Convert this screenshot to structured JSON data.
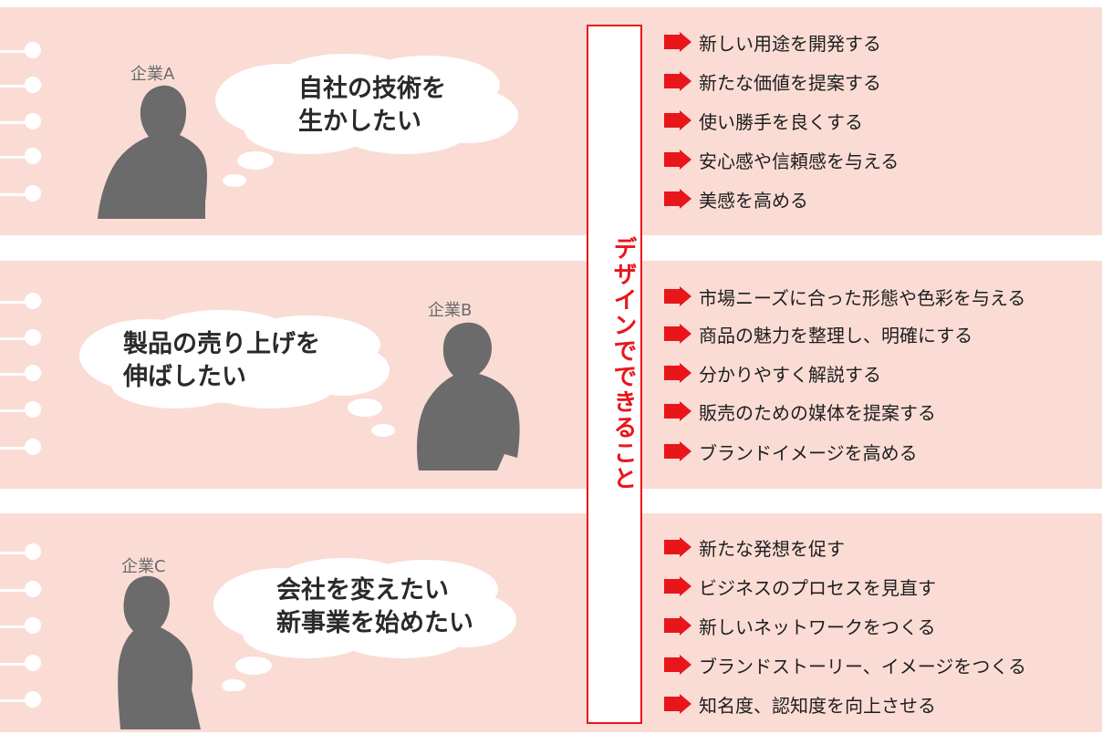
{
  "center_label": "デザインでできること",
  "colors": {
    "band": "#fadcd5",
    "accent": "#e8161b",
    "silhouette": "#6b6b6b"
  },
  "sections": [
    {
      "company": "企業A",
      "thought_lines": [
        "自社の技術を",
        "生かしたい"
      ],
      "items": [
        "新しい用途を開発する",
        "新たな価値を提案する",
        "使い勝手を良くする",
        "安心感や信頼感を与える",
        "美感を高める"
      ]
    },
    {
      "company": "企業B",
      "thought_lines": [
        "製品の売り上げを",
        "伸ばしたい"
      ],
      "items": [
        "市場ニーズに合った形態や色彩を与える",
        "商品の魅力を整理し、明確にする",
        "分かりやすく解説する",
        "販売のための媒体を提案する",
        "ブランドイメージを高める"
      ]
    },
    {
      "company": "企業C",
      "thought_lines": [
        "会社を変えたい",
        "新事業を始めたい"
      ],
      "items": [
        "新たな発想を促す",
        "ビジネスのプロセスを見直す",
        "新しいネットワークをつくる",
        "ブランドストーリー、イメージをつくる",
        "知名度、認知度を向上させる"
      ]
    }
  ]
}
